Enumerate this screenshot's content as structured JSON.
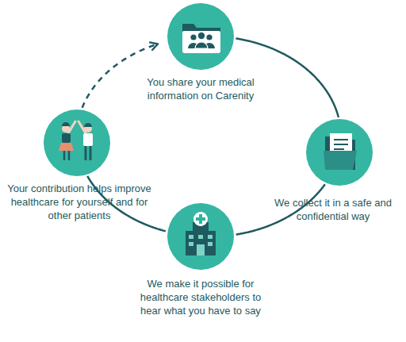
{
  "diagram": {
    "nodes": [
      {
        "text": [
          "You share your medical information on Carenity"
        ]
      },
      {
        "text": [
          "We collect it in a safe and confidential way"
        ]
      },
      {
        "text": [
          "We make it possible for healthcare stakeholders to hear what you have to say"
        ]
      },
      {
        "text": [
          "Your contribution helps improve healthcare for yourself and for other patients"
        ]
      }
    ],
    "edges": [
      {
        "from": 0,
        "to": 1,
        "arrow": "none"
      },
      {
        "from": 1,
        "to": 2,
        "arrow": "none"
      },
      {
        "from": 2,
        "to": 3,
        "arrow": "none"
      },
      {
        "from": 3,
        "to": 0,
        "arrow": "to"
      }
    ]
  }
}
